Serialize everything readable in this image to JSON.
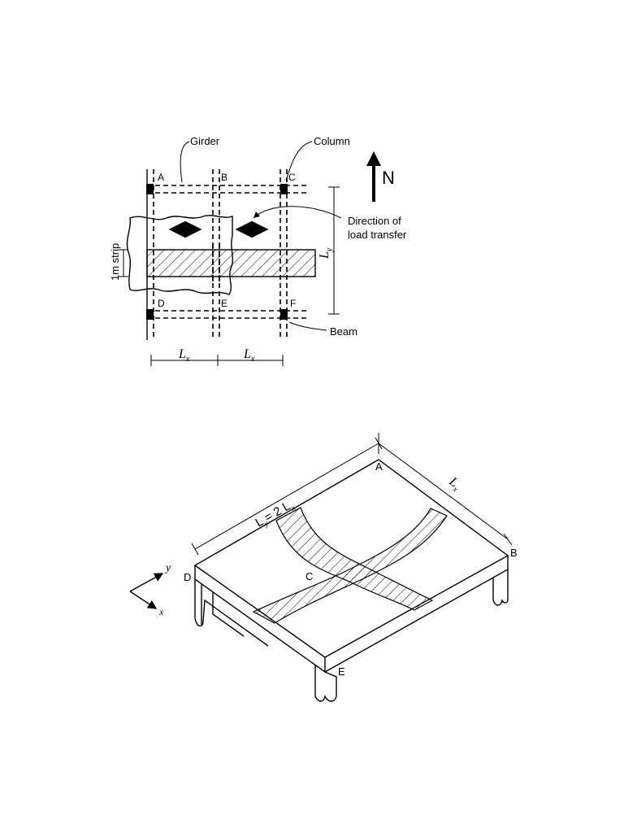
{
  "plan": {
    "girder": "Girder",
    "column": "Column",
    "north": "N",
    "direction_line1": "Direction of",
    "direction_line2": "load transfer",
    "beam": "Beam",
    "strip": "1m strip",
    "ly": "L",
    "ly_sub": "y",
    "lx1": "L",
    "lx1_sub": "x",
    "lx2": "L",
    "lx2_sub": "x",
    "node_a": "A",
    "node_b": "B",
    "node_c": "C",
    "node_d": "D",
    "node_e": "E",
    "node_f": "F"
  },
  "iso": {
    "ly_eq": "L",
    "ly_eq_sub": "y",
    "ly_eq_rest": "= 2 L",
    "ly_eq_sub2": "x",
    "lx": "L",
    "lx_sub": "x",
    "axis_y": "y",
    "axis_x": "x",
    "node_a": "A",
    "node_b": "B",
    "node_c": "C",
    "node_d": "D",
    "node_e": "E"
  }
}
